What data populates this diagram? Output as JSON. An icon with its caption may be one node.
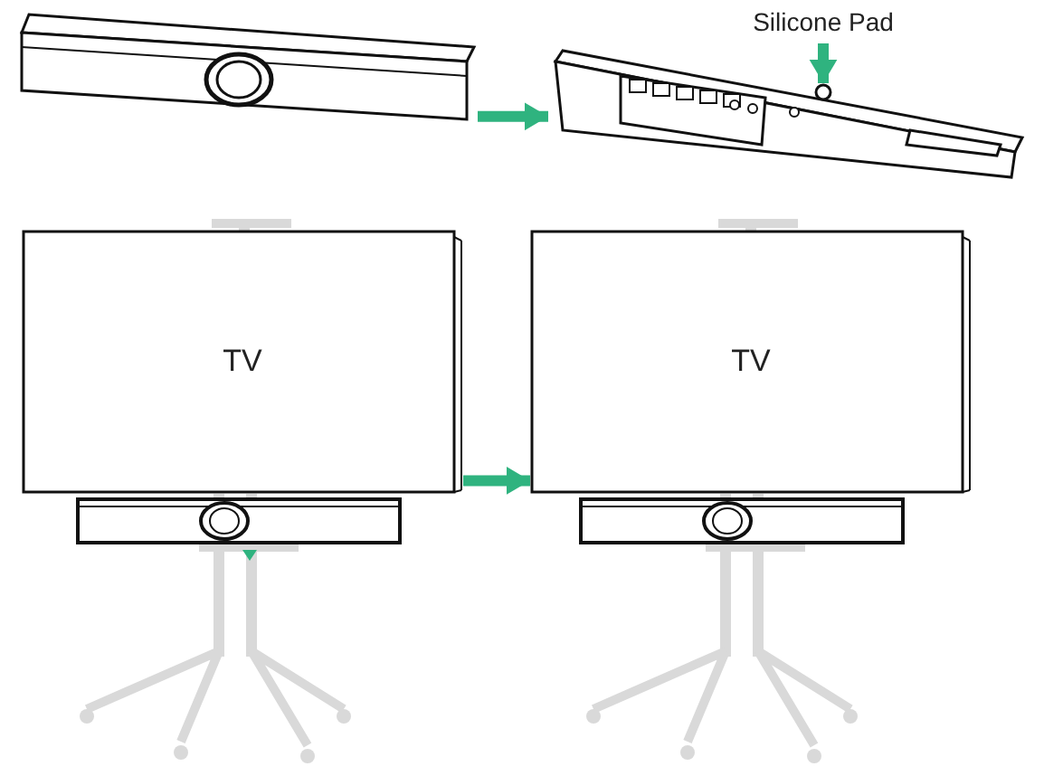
{
  "diagram": {
    "nodes": [
      {
        "text": [],
        "shape": "bar"
      },
      {
        "text": [],
        "shape": "bar"
      },
      {
        "text": [
          "Silicone Pad"
        ]
      },
      {
        "text": [],
        "shape": "circle"
      },
      {
        "text": [
          "TV"
        ]
      },
      {
        "text": [],
        "shape": "bar"
      },
      {
        "text": [
          "TV"
        ]
      },
      {
        "text": [],
        "shape": "bar"
      }
    ],
    "edges": [
      {
        "from": 0,
        "to": 1,
        "arrow": "to"
      },
      {
        "from": 2,
        "to": 3,
        "arrow": "to"
      },
      {
        "from": 4,
        "to": 6,
        "arrow": "to"
      }
    ]
  }
}
